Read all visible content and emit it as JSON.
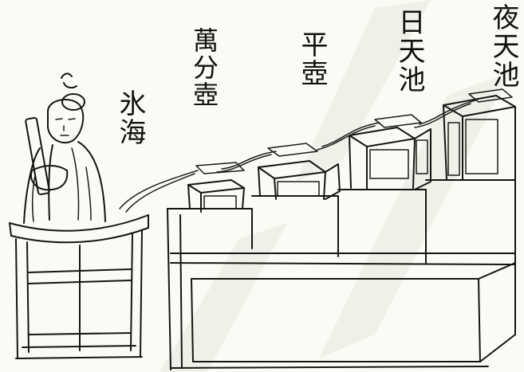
{
  "labels": {
    "ice_sea": "氷海",
    "ten_thousand_clepsydra": "萬分壺",
    "level_pot": "平壺",
    "sun_pool": "日天池",
    "night_pool": "夜天池"
  },
  "colors": {
    "ink": "#151515",
    "paper": "#fbfaf4",
    "watermark": "#e7e5df"
  }
}
